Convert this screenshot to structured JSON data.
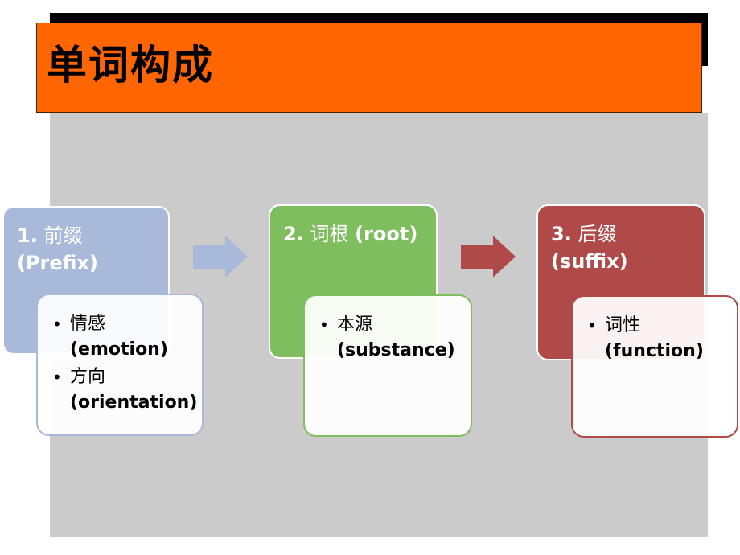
{
  "slide": {
    "title": "单词构成"
  },
  "steps": [
    {
      "number": "1.",
      "label": "前缀",
      "sublabel": "(Prefix)",
      "color": "#a9b9d9",
      "detail_border": "#a9b9d9",
      "items": [
        {
          "zh": "情感",
          "en": "(emotion)"
        },
        {
          "zh": "方向",
          "en": "(orientation)"
        }
      ]
    },
    {
      "number": "2.",
      "label": "词根",
      "sublabel": "(root)",
      "color": "#7fbe5e",
      "detail_border": "#7fbe5e",
      "items": [
        {
          "zh": "本源",
          "en": "(substance)"
        }
      ]
    },
    {
      "number": "3.",
      "label": "后缀",
      "sublabel": "(suffix)",
      "color": "#b04a48",
      "detail_border": "#b04a48",
      "items": [
        {
          "zh": "词性",
          "en": "(function)"
        }
      ]
    }
  ],
  "arrows": [
    {
      "color": "#a9b9d9",
      "icon": "arrow-right-icon"
    },
    {
      "color": "#b04a48",
      "icon": "arrow-right-icon"
    }
  ],
  "colors": {
    "title_bar": "#ff6600",
    "panel": "#cbcbcb"
  }
}
